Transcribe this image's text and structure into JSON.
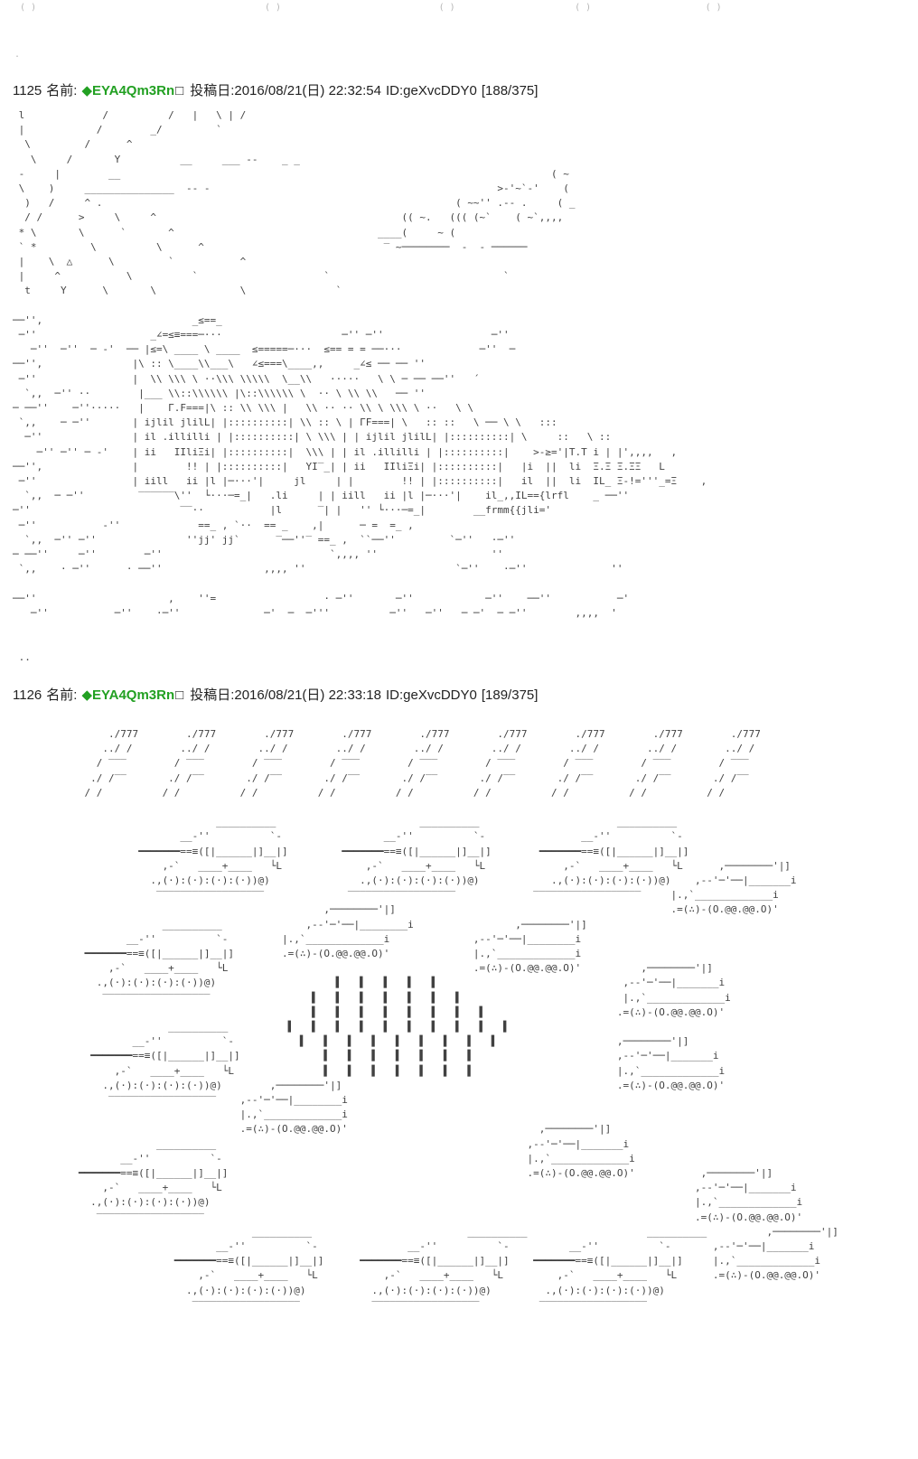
{
  "colors": {
    "trip_green": "#22a022",
    "header_text": "#222222",
    "aa_text": "#414141",
    "fragment_gray": "#b5b5b5"
  },
  "page": {
    "top_fragment": [
      "  ( )                                          ( )                             ( )                      ( )                     ( )",
      "",
      "",
      "",
      " ."
    ]
  },
  "posts": [
    {
      "number": "1125",
      "name_label": "名前:",
      "tripcode": "◆EYA4Qm3Rn",
      "tofu": "□",
      "date_label": "投稿日:",
      "date": "2016/08/21(日) 22:32:54",
      "id": "ID:geXvcDDY0",
      "count": "[188/375]",
      "ascii_art": [
        " l             /          /   |   \\ | /",
        " |            /        _/         `",
        "  \\         /      ^",
        "   \\     /       Y          __     ___ --    _ _",
        " -     |        __                                                                        ( ~",
        " \\    )     _______________  -- -                                                >-'~`-'    (",
        "  )   /     ^ .                                                           ( ~~'' .-- .     ( _",
        "  / /      >     \\     ^                                         (( ~.   ((( (~`    ( ~`,,,,",
        " * \\       \\      `       ^                                  ____(     ~ (",
        " ` *         \\          \\      ^                              ‾ ~────────  -  - ──────",
        " |    \\  △      \\         `           ^",
        " |     ^           \\          `                     `                             `",
        "  t     Y      \\       \\              \\               `",
        "",
        "──'',                         _≤==_",
        " ─''                   _∠=≤≡===─···                    ─'' ─''                  ─''",
        "   ─''  ─''  ─ ‐'  ── |≤=\\ ____ \\ ____  ≤=====─···  ≤== = = ──···             ─''  ─",
        "──'',               |\\ :: \\____\\\\___\\   ∠≤===\\____,,     _∠≤ ── ── ''",
        " ─''                |  \\\\ \\\\\\ \\ ··\\\\\\ \\\\\\\\\\  \\__\\\\   ·····   \\ \\ ─ ── ──''   ´",
        "  `,,  ─'' ··        |___ \\\\::\\\\\\\\\\\\ |\\::\\\\\\\\\\\\ \\  ·· \\ \\\\ \\\\   ── ''",
        "─ ──''    ─''·····   |    Γ.F===|\\ :: \\\\ \\\\\\ |   \\\\ ·· ·· \\\\ \\ \\\\\\ \\ ··   \\ \\",
        " `,,    ─ ─''       | ijlil jlilL| |::::::::::| \\\\ :: \\ | ΓF===| \\   :: ::   \\ ── \\ \\   :::",
        "  ─''               | il .illilli | |::::::::::| \\ \\\\\\ | | ijlil jlilL| |::::::::::| \\     ::   \\ ::",
        "    ─'' ─'' ─ ‐'    | ii   IIliΞi| |::::::::::|  \\\\\\ | | il .illilli | |::::::::::|    >-≥='|T.T i | |',,,,   ,",
        "──'',               |        !! | |::::::::::|   YI‾_| | ii   IIliΞi| |::::::::::|   |i  ||  li  Ξ.Ξ Ξ.ΞΞ   L",
        " ─''                | iill   ii |l |─···'|     jl     | |        !! | |::::::::::|   il  ||  li  IL_ Ξ-!='''_=Ξ    ,",
        "  `,,  ─ ─''         ‾‾‾‾‾‾\\''  └···─=_|   .li     | | iill   ii |l |─···'|    il_,,IL=={lrfl    _ ──''",
        "─''                         ‾‾··           |l      ‾| |   '' └···─=_|        __frmm{{jli='",
        " ─''           -''             ==_ , `··  == _    ,|      ─ =  =_ ,",
        "  `,,  ─'' ─''               ''jj' jj`      ‾──''‾ ==_ ,  ``──''         `─''   ·─''",
        "─ ──''     ─''        ─''                            `,,,, ''                   ''",
        " `,,    · ─''      · ──''                 ,,,, ''                         `─''    ·─''              ''",
        "",
        "──''                      ,    ''=                  · ─''       ─''            ─''    ──''           ─'",
        "   ─''           ─''    ·─''              ─'  ─  ─'''          ─''   ─''   ─ ─'  ─ ─''        ,,,,  '",
        "",
        "",
        " .."
      ]
    },
    {
      "number": "1126",
      "name_label": "名前:",
      "tripcode": "◆EYA4Qm3Rn",
      "tofu": "□",
      "date_label": "投稿日:",
      "date": "2016/08/21(日) 22:33:18",
      "id": "ID:geXvcDDY0",
      "count": "[189/375]",
      "ascii_art": [
        "",
        "                ./777        ./777        ./777        ./777        ./777        ./777        ./777        ./777        ./777",
        "               ../ /        ../ /        ../ /        ../ /        ../ /        ../ /        ../ /        ../ /        ../ /",
        "              / ‾‾‾        / ‾‾‾        / ‾‾‾        / ‾‾‾        / ‾‾‾        / ‾‾‾        / ‾‾‾        / ‾‾‾        / ‾‾‾",
        "             ./ /‾‾       ./ /‾‾       ./ /‾‾       ./ /‾‾       ./ /‾‾       ./ /‾‾       ./ /‾‾       ./ /‾‾       ./ /‾‾",
        "            / /          / /          / /          / /          / /          / /          / /          / /          / /",
        "",
        "                                  __________                        __________                       __________",
        "                            __-''          `-                 __-''          `-                __-''          `-",
        "                     ━━━━━━━==≡([|______|]__|]         ━━━━━━━==≡([|______|]__|]        ━━━━━━━==≡([|______|]__|]",
        "                         ,-`   ____+____   └L              ,-`   ____+____   └L             ,-`   ____+____   └L      ,────────'|]",
        "                       .,(·):(·):(·):(·))@)               .,(·):(·):(·):(·))@)            .,(·):(·):(·):(·))@)    ,--'─'──|_______i",
        "                        ‾‾‾‾‾‾‾‾‾‾‾‾‾‾‾‾‾‾              ‾‾‾‾‾‾‾‾‾‾‾‾‾‾‾‾‾‾             ‾‾‾‾‾‾‾‾‾‾‾‾‾‾‾‾‾‾     |.,`_____________i",
        "                                                    ,────────'|]                                              .=(∴)-(O.@@.@@.O)'",
        "                         __________              ,--'─'──|________i                 ,────────'|]",
        "                   __-''          `-         |.,`_____________i              ,--'─'──|________i",
        "            ━━━━━━━==≡([|______|]__|]        .=(∴)-(O.@@.@@.O)'              |.,`_____________i",
        "                ,-`   ____+____   └L                                         .=(∴)-(O.@@.@@.O)'          ,────────'|]",
        "              .,(·):(·):(·):(·))@)                    ▌   ▌   ▌   ▌   ▌                               ,--'─'──|_______i",
        "               ‾‾‾‾‾‾‾‾‾‾‾‾‾‾‾‾‾‾                 ▌   ▌   ▌   ▌   ▌   ▌   ▌                           |.,`_____________i",
        "                                                  ▌   ▌   ▌   ▌   ▌   ▌   ▌   ▌                      .=(∴)-(O.@@.@@.O)'",
        "                          __________          ▌   ▌   ▌   ▌   ▌   ▌   ▌   ▌   ▌   ▌",
        "                    __-''          `-           ▌   ▌   ▌   ▌   ▌   ▌   ▌   ▌   ▌                    ,────────'|]",
        "             ━━━━━━━==≡([|______|]__|]              ▌   ▌   ▌   ▌   ▌   ▌   ▌                        ,--'─'──|_______i",
        "                 ,-`   ____+____   └L               ▌   ▌   ▌   ▌   ▌   ▌   ▌                        |.,`_____________i",
        "               .,(·):(·):(·):(·))@)        ,────────'|]                                              .=(∴)-(O.@@.@@.O)'",
        "                ‾‾‾‾‾‾‾‾‾‾‾‾‾‾‾‾‾‾    ,--'─'──|________i",
        "                                      |.,`_____________i",
        "                                      .=(∴)-(O.@@.@@.O)'                                ,────────'|]",
        "                        __________                                                    ,--'─'──|_______i",
        "                  __-''          `-                                                   |.,`_____________i",
        "           ━━━━━━━==≡([|______|]__|]                                                  .=(∴)-(O.@@.@@.O)'           ,────────'|]",
        "               ,-`   ____+____   └L                                                                               ,--'─'──|_______i",
        "             .,(·):(·):(·):(·))@)                                                                                 |.,`_____________i",
        "              ‾‾‾‾‾‾‾‾‾‾‾‾‾‾‾‾‾‾                                                                                  .=(∴)-(O.@@.@@.O)'",
        "                                        __________                          __________                    __________          ,────────'|]",
        "                                  __-''          `-               __-''          `-          __-''          `-       ,--'─'──|_______i",
        "                           ━━━━━━━==≡([|______|]__|]      ━━━━━━━==≡([|______|]__|]    ━━━━━━━==≡([|______|]__|]     |.,`_____________i",
        "                               ,-`   ____+____   └L           ,-`   ____+____   └L         ,-`   ____+____   └L      .=(∴)-(O.@@.@@.O)'",
        "                             .,(·):(·):(·):(·))@)           .,(·):(·):(·):(·))@)         .,(·):(·):(·):(·))@)",
        "                              ‾‾‾‾‾‾‾‾‾‾‾‾‾‾‾‾‾‾            ‾‾‾‾‾‾‾‾‾‾‾‾‾‾‾‾‾‾          ‾‾‾‾‾‾‾‾‾‾‾‾‾‾‾‾‾‾",
        ""
      ]
    }
  ]
}
